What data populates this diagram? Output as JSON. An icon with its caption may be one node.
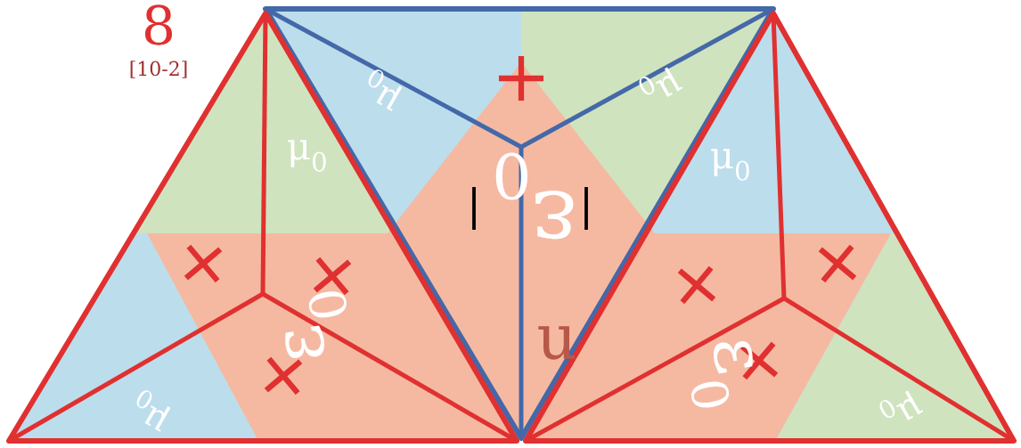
{
  "diagram": {
    "labels": [
      "8",
      "[10-2]",
      "μ$_{0}$",
      "+",
      "μ$_{0}$",
      "μ$_{0}$",
      "μ$_{0}$",
      "ε$_{0}$",
      "|",
      "|",
      "+",
      "+",
      "+",
      "+",
      "+",
      "+",
      "ε$_{0}$",
      "ε$_{0}$",
      "u",
      "μ$_{0}$",
      "μ$_{0}$"
    ]
  }
}
